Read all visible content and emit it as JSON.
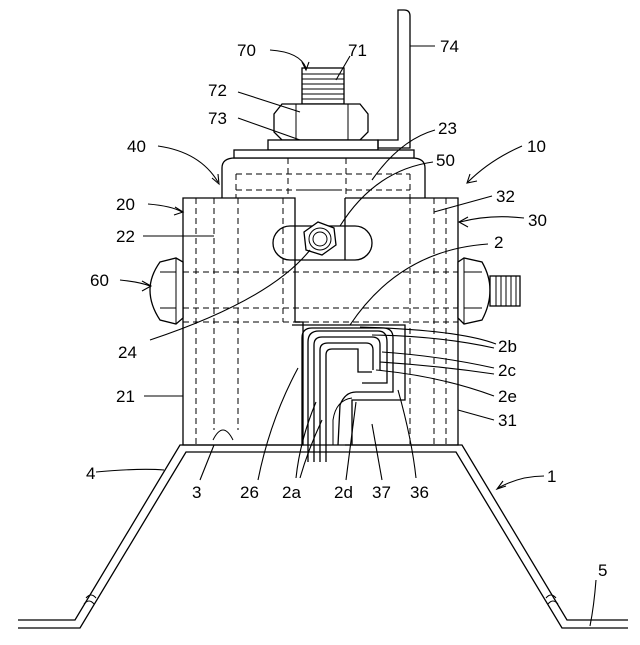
{
  "labels": {
    "n70": "70",
    "n71": "71",
    "n74": "74",
    "n72": "72",
    "n73": "73",
    "n23": "23",
    "n40": "40",
    "n50": "50",
    "n10": "10",
    "n20": "20",
    "n32": "32",
    "n22": "22",
    "n30": "30",
    "n2": "2",
    "n60": "60",
    "n24": "24",
    "n2b": "2b",
    "n2c": "2c",
    "n21": "21",
    "n2e": "2e",
    "n31": "31",
    "n4": "4",
    "n1": "1",
    "n3": "3",
    "n26": "26",
    "n2a": "2a",
    "n2d": "2d",
    "n37": "37",
    "n36": "36",
    "n5": "5"
  },
  "colors": {
    "line": "#000000",
    "background": "#ffffff"
  }
}
